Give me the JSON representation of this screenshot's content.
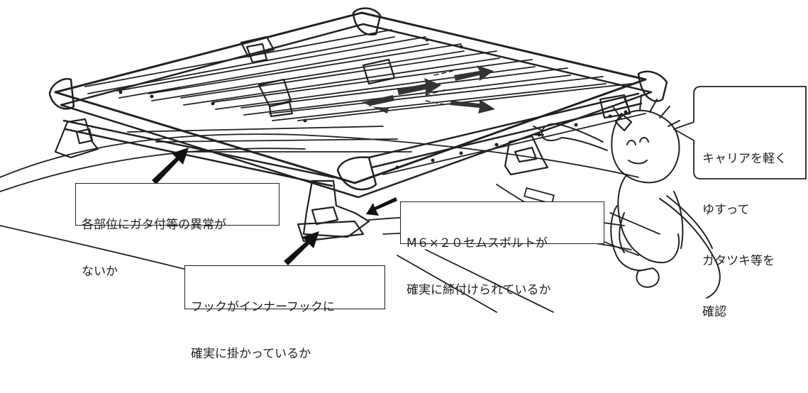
{
  "labels": {
    "check_joints": [
      "各部位にガタ付等の異常が",
      "ないか"
    ],
    "bolt_tight": [
      "M６×２０セムスボルトが",
      "確実に締付けられているか"
    ],
    "hook_engaged": [
      "フックがインナーフックに",
      "確実に掛かっているか"
    ]
  },
  "speech_bubble": [
    "キャリアを軽く",
    "ゆすって",
    "ガタツキ等を",
    "確認"
  ],
  "colors": {
    "line": "#222222",
    "arrow": "#111111",
    "background": "#ffffff"
  }
}
